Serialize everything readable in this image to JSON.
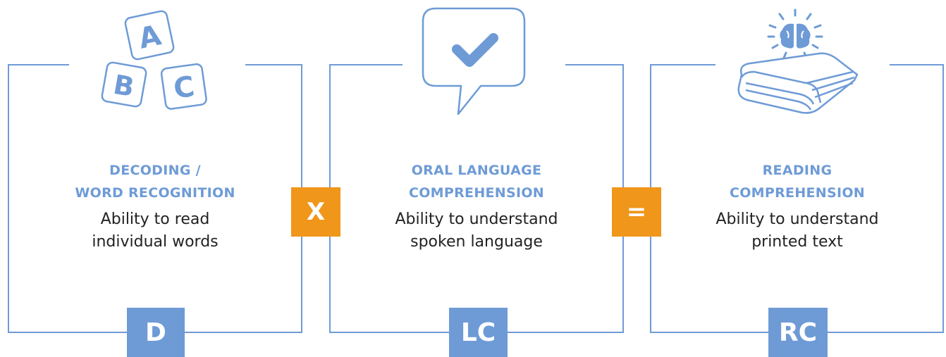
{
  "colors": {
    "accent": "#6e9bd6",
    "operator": "#f0961a",
    "text": "#222222"
  },
  "panels": [
    {
      "heading_line1": "DECODING /",
      "heading_line2": "WORD RECOGNITION",
      "desc_line1": "Ability to read",
      "desc_line2": "individual words",
      "tag": "D",
      "icon": "abc-blocks-icon"
    },
    {
      "heading_line1": "ORAL LANGUAGE",
      "heading_line2": "COMPREHENSION",
      "desc_line1": "Ability to understand",
      "desc_line2": "spoken language",
      "tag": "LC",
      "icon": "speech-bubble-check-icon"
    },
    {
      "heading_line1": "READING",
      "heading_line2": "COMPREHENSION",
      "desc_line1": "Ability to understand",
      "desc_line2": "printed text",
      "tag": "RC",
      "icon": "book-brain-icon"
    }
  ],
  "operators": {
    "multiply": "X",
    "equals": "="
  },
  "blocks": {
    "a": "A",
    "b": "B",
    "c": "C"
  }
}
